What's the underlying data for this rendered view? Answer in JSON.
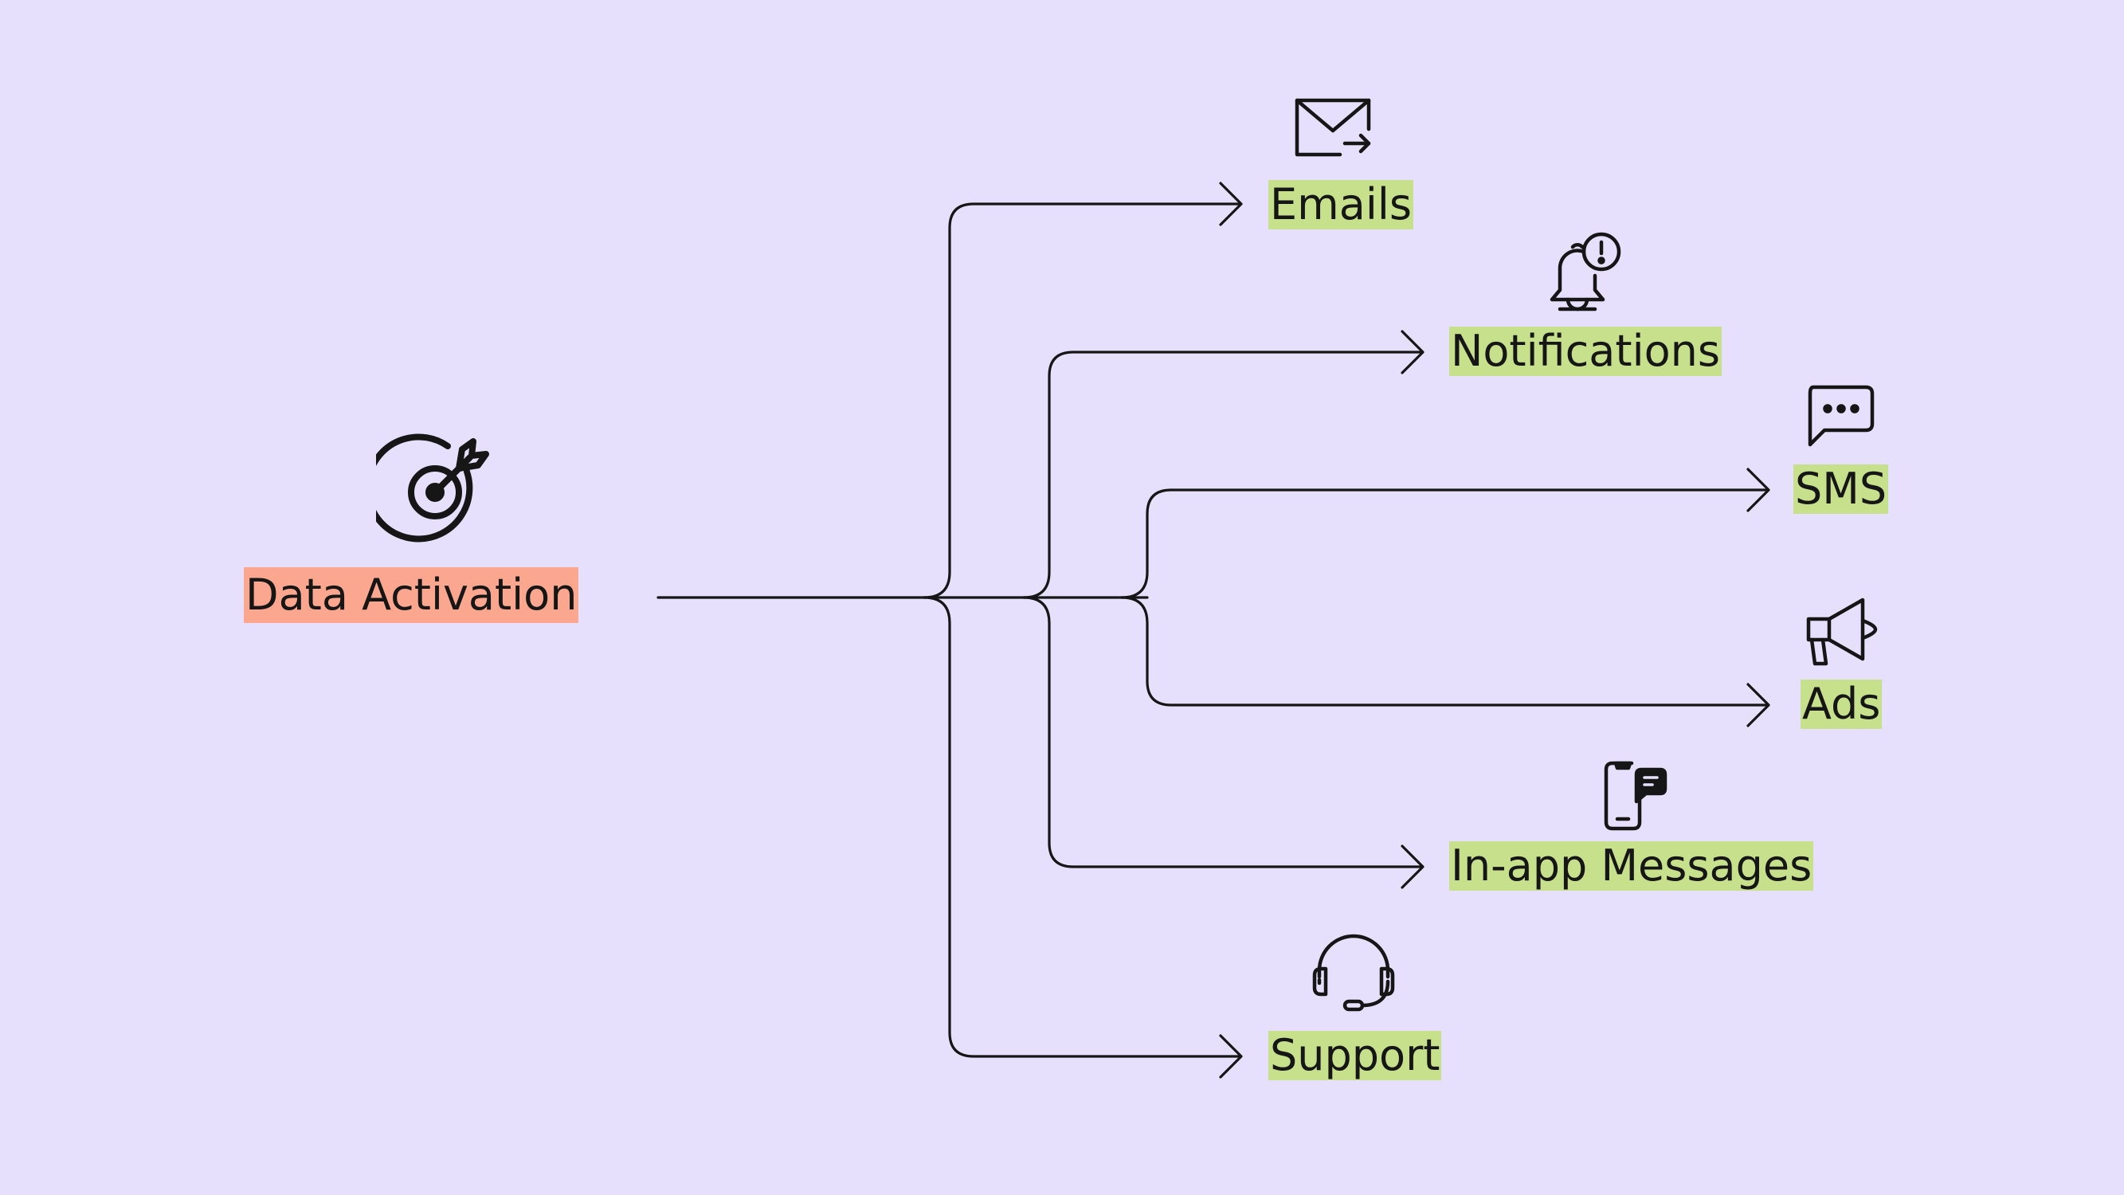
{
  "source": {
    "label": "Data Activation",
    "icon": "target-arrow-icon"
  },
  "channels": [
    {
      "label": "Emails",
      "icon": "email-send-icon"
    },
    {
      "label": "Notifications",
      "icon": "bell-alert-icon"
    },
    {
      "label": "SMS",
      "icon": "chat-bubble-icon"
    },
    {
      "label": "Ads",
      "icon": "megaphone-icon"
    },
    {
      "label": "In-app Messages",
      "icon": "phone-message-icon"
    },
    {
      "label": "Support",
      "icon": "headset-icon"
    }
  ],
  "colors": {
    "background": "#e7e0fc",
    "source_highlight": "#fba68e",
    "channel_highlight": "#c6e08c",
    "stroke": "#161616"
  }
}
